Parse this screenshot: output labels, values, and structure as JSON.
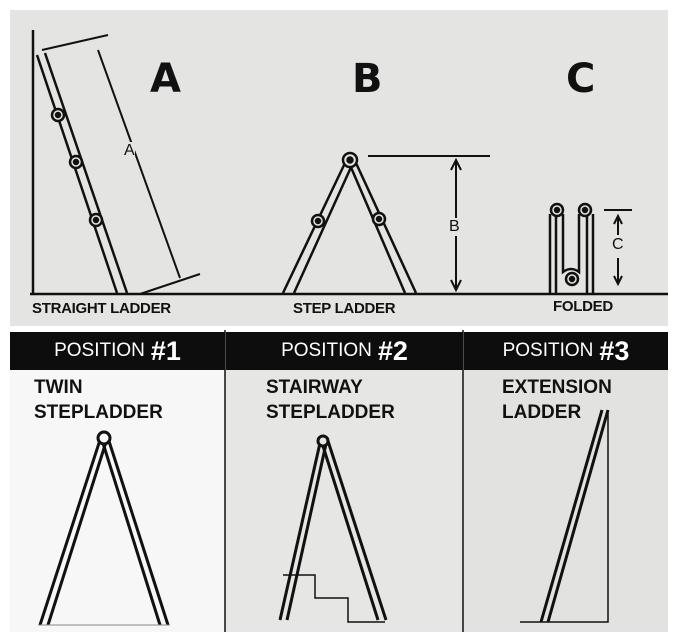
{
  "top": {
    "letters": {
      "a": "A",
      "b": "B",
      "c": "C"
    },
    "dimension_labels": {
      "a": "A",
      "b": "B",
      "c": "C"
    },
    "captions": {
      "straight": "STRAIGHT LADDER",
      "step": "STEP LADDER",
      "folded": "FOLDED"
    }
  },
  "positions": [
    {
      "word": "POSITION",
      "number": "#1",
      "line1": "TWIN",
      "line2": "STEPLADDER"
    },
    {
      "word": "POSITION",
      "number": "#2",
      "line1": "STAIRWAY",
      "line2": "STEPLADDER"
    },
    {
      "word": "POSITION",
      "number": "#3",
      "line1": "EXTENSION",
      "line2": "LADDER"
    }
  ],
  "colors": {
    "panel": "#e4e4e2",
    "header": "#0d0d0d",
    "ink": "#111111"
  }
}
